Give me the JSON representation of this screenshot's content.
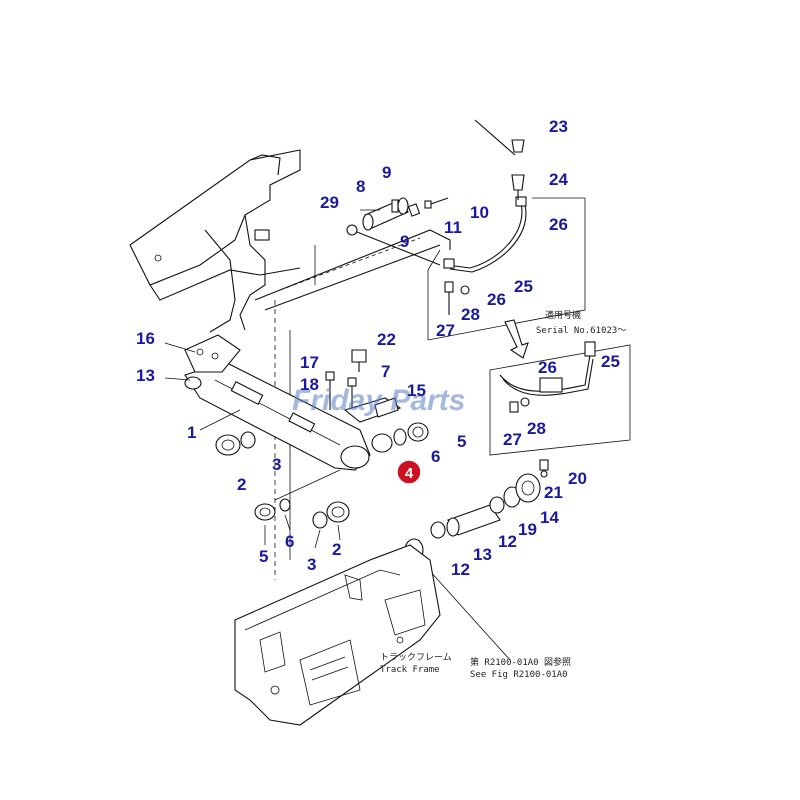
{
  "watermark": "Friday Parts",
  "highlight_callout": {
    "label": "4",
    "color": "#cc1122"
  },
  "callout_color": "#1a1a9a",
  "callouts": {
    "c1": "1",
    "c2a": "2",
    "c2b": "2",
    "c3a": "3",
    "c3b": "3",
    "c5a": "5",
    "c5b": "5",
    "c6a": "6",
    "c6b": "6",
    "c7": "7",
    "c8": "8",
    "c9a": "9",
    "c9b": "9",
    "c10": "10",
    "c11": "11",
    "c12a": "12",
    "c12b": "12",
    "c13a": "13",
    "c13b": "13",
    "c14": "14",
    "c15": "15",
    "c16": "16",
    "c17": "17",
    "c18": "18",
    "c19": "19",
    "c20": "20",
    "c21": "21",
    "c22": "22",
    "c23": "23",
    "c24": "24",
    "c25a": "25",
    "c25b": "25",
    "c26a": "26",
    "c26b": "26",
    "c26c": "26",
    "c27a": "27",
    "c27b": "27",
    "c28a": "28",
    "c28b": "28",
    "c29": "29"
  },
  "notes": {
    "serial_title": "適用号機",
    "serial_no": "Serial No.61023～",
    "track_frame_jp": "トラックフレーム",
    "track_frame_en": "Track Frame",
    "see_fig_jp": "第 R2100-01A0 図参照",
    "see_fig_en": "See Fig R2100-01A0"
  }
}
